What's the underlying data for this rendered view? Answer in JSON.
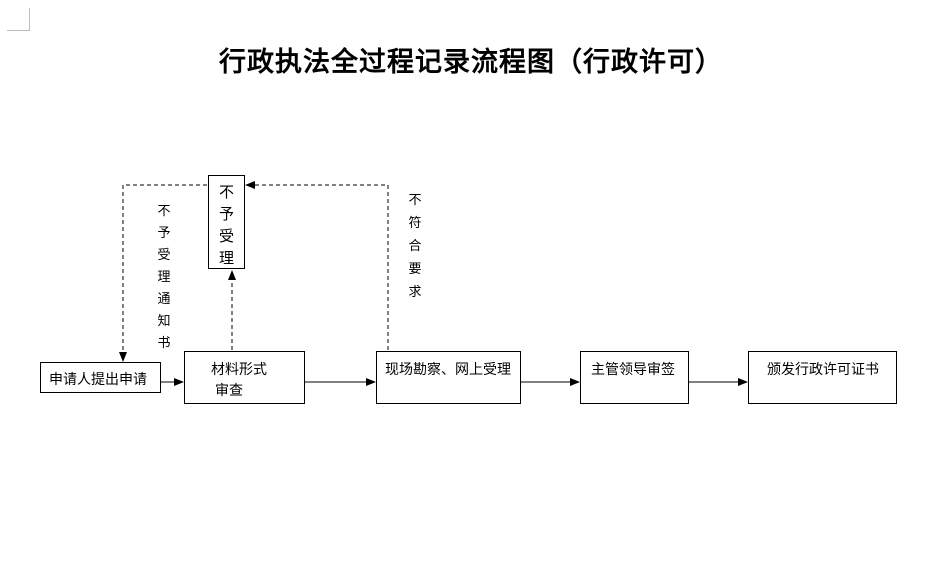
{
  "title": "行政执法全过程记录流程图（行政许可）",
  "nodes": {
    "apply": "申请人提出申请",
    "review_line1": "材料形式",
    "review_line2": "审查",
    "onsite": "现场勘察、网上受理",
    "leader": "主管领导审签",
    "issue": "颁发行政许可证书",
    "reject": [
      "不",
      "予",
      "受",
      "理"
    ]
  },
  "edge_labels": {
    "notice": [
      "不",
      "予",
      "受",
      "理",
      "通",
      "知",
      "书"
    ],
    "not_meet": [
      "不",
      "符",
      "合",
      "要",
      "求"
    ]
  }
}
